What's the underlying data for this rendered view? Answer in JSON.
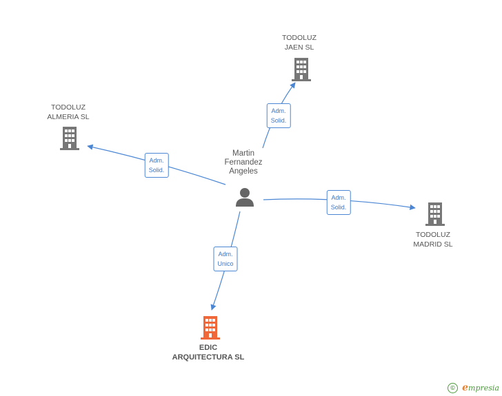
{
  "center": {
    "name_lines": [
      "Martin",
      "Fernandez",
      "Angeles"
    ],
    "icon": "person-icon"
  },
  "nodes": [
    {
      "id": "jaen",
      "lines": [
        "TODOLUZ",
        "JAEN SL"
      ],
      "icon": "building-icon",
      "color": "#777777"
    },
    {
      "id": "almeria",
      "lines": [
        "TODOLUZ",
        "ALMERIA SL"
      ],
      "icon": "building-icon",
      "color": "#777777"
    },
    {
      "id": "madrid",
      "lines": [
        "TODOLUZ",
        "MADRID SL"
      ],
      "icon": "building-icon",
      "color": "#777777"
    },
    {
      "id": "edic",
      "lines": [
        "EDIC",
        "ARQUITECTURA SL"
      ],
      "icon": "building-icon",
      "color": "#f0673a"
    }
  ],
  "edges": [
    {
      "to": "jaen",
      "lines": [
        "Adm.",
        "Solid."
      ]
    },
    {
      "to": "almeria",
      "lines": [
        "Adm.",
        "Solid."
      ]
    },
    {
      "to": "madrid",
      "lines": [
        "Adm.",
        "Solid."
      ]
    },
    {
      "to": "edic",
      "lines": [
        "Adm.",
        "Unico"
      ]
    }
  ],
  "colors": {
    "edge": "#4a86d4",
    "building_gray": "#777777",
    "building_highlight": "#f0673a",
    "person": "#666666"
  },
  "footer": {
    "copyright_symbol": "©",
    "brand_initial": "e",
    "brand_rest": "mpresia"
  }
}
